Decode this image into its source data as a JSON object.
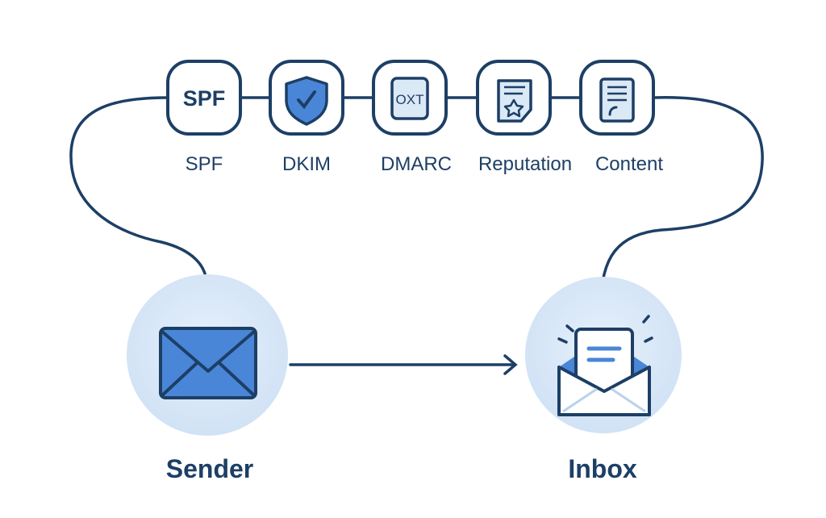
{
  "checks": [
    {
      "label": "SPF",
      "icon_text": "SPF",
      "icon": "spf-text-icon"
    },
    {
      "label": "DKIM",
      "icon": "shield-check-icon"
    },
    {
      "label": "DMARC",
      "icon_text": "OXT",
      "icon": "dmarc-doc-icon"
    },
    {
      "label": "Reputation",
      "icon": "certificate-star-icon"
    },
    {
      "label": "Content",
      "icon": "document-icon"
    }
  ],
  "sender": {
    "label": "Sender",
    "icon": "envelope-icon"
  },
  "inbox": {
    "label": "Inbox",
    "icon": "open-envelope-icon"
  },
  "colors": {
    "navy": "#1d3f66",
    "accent": "#4a86d8",
    "circle": "#d6e6f7"
  }
}
